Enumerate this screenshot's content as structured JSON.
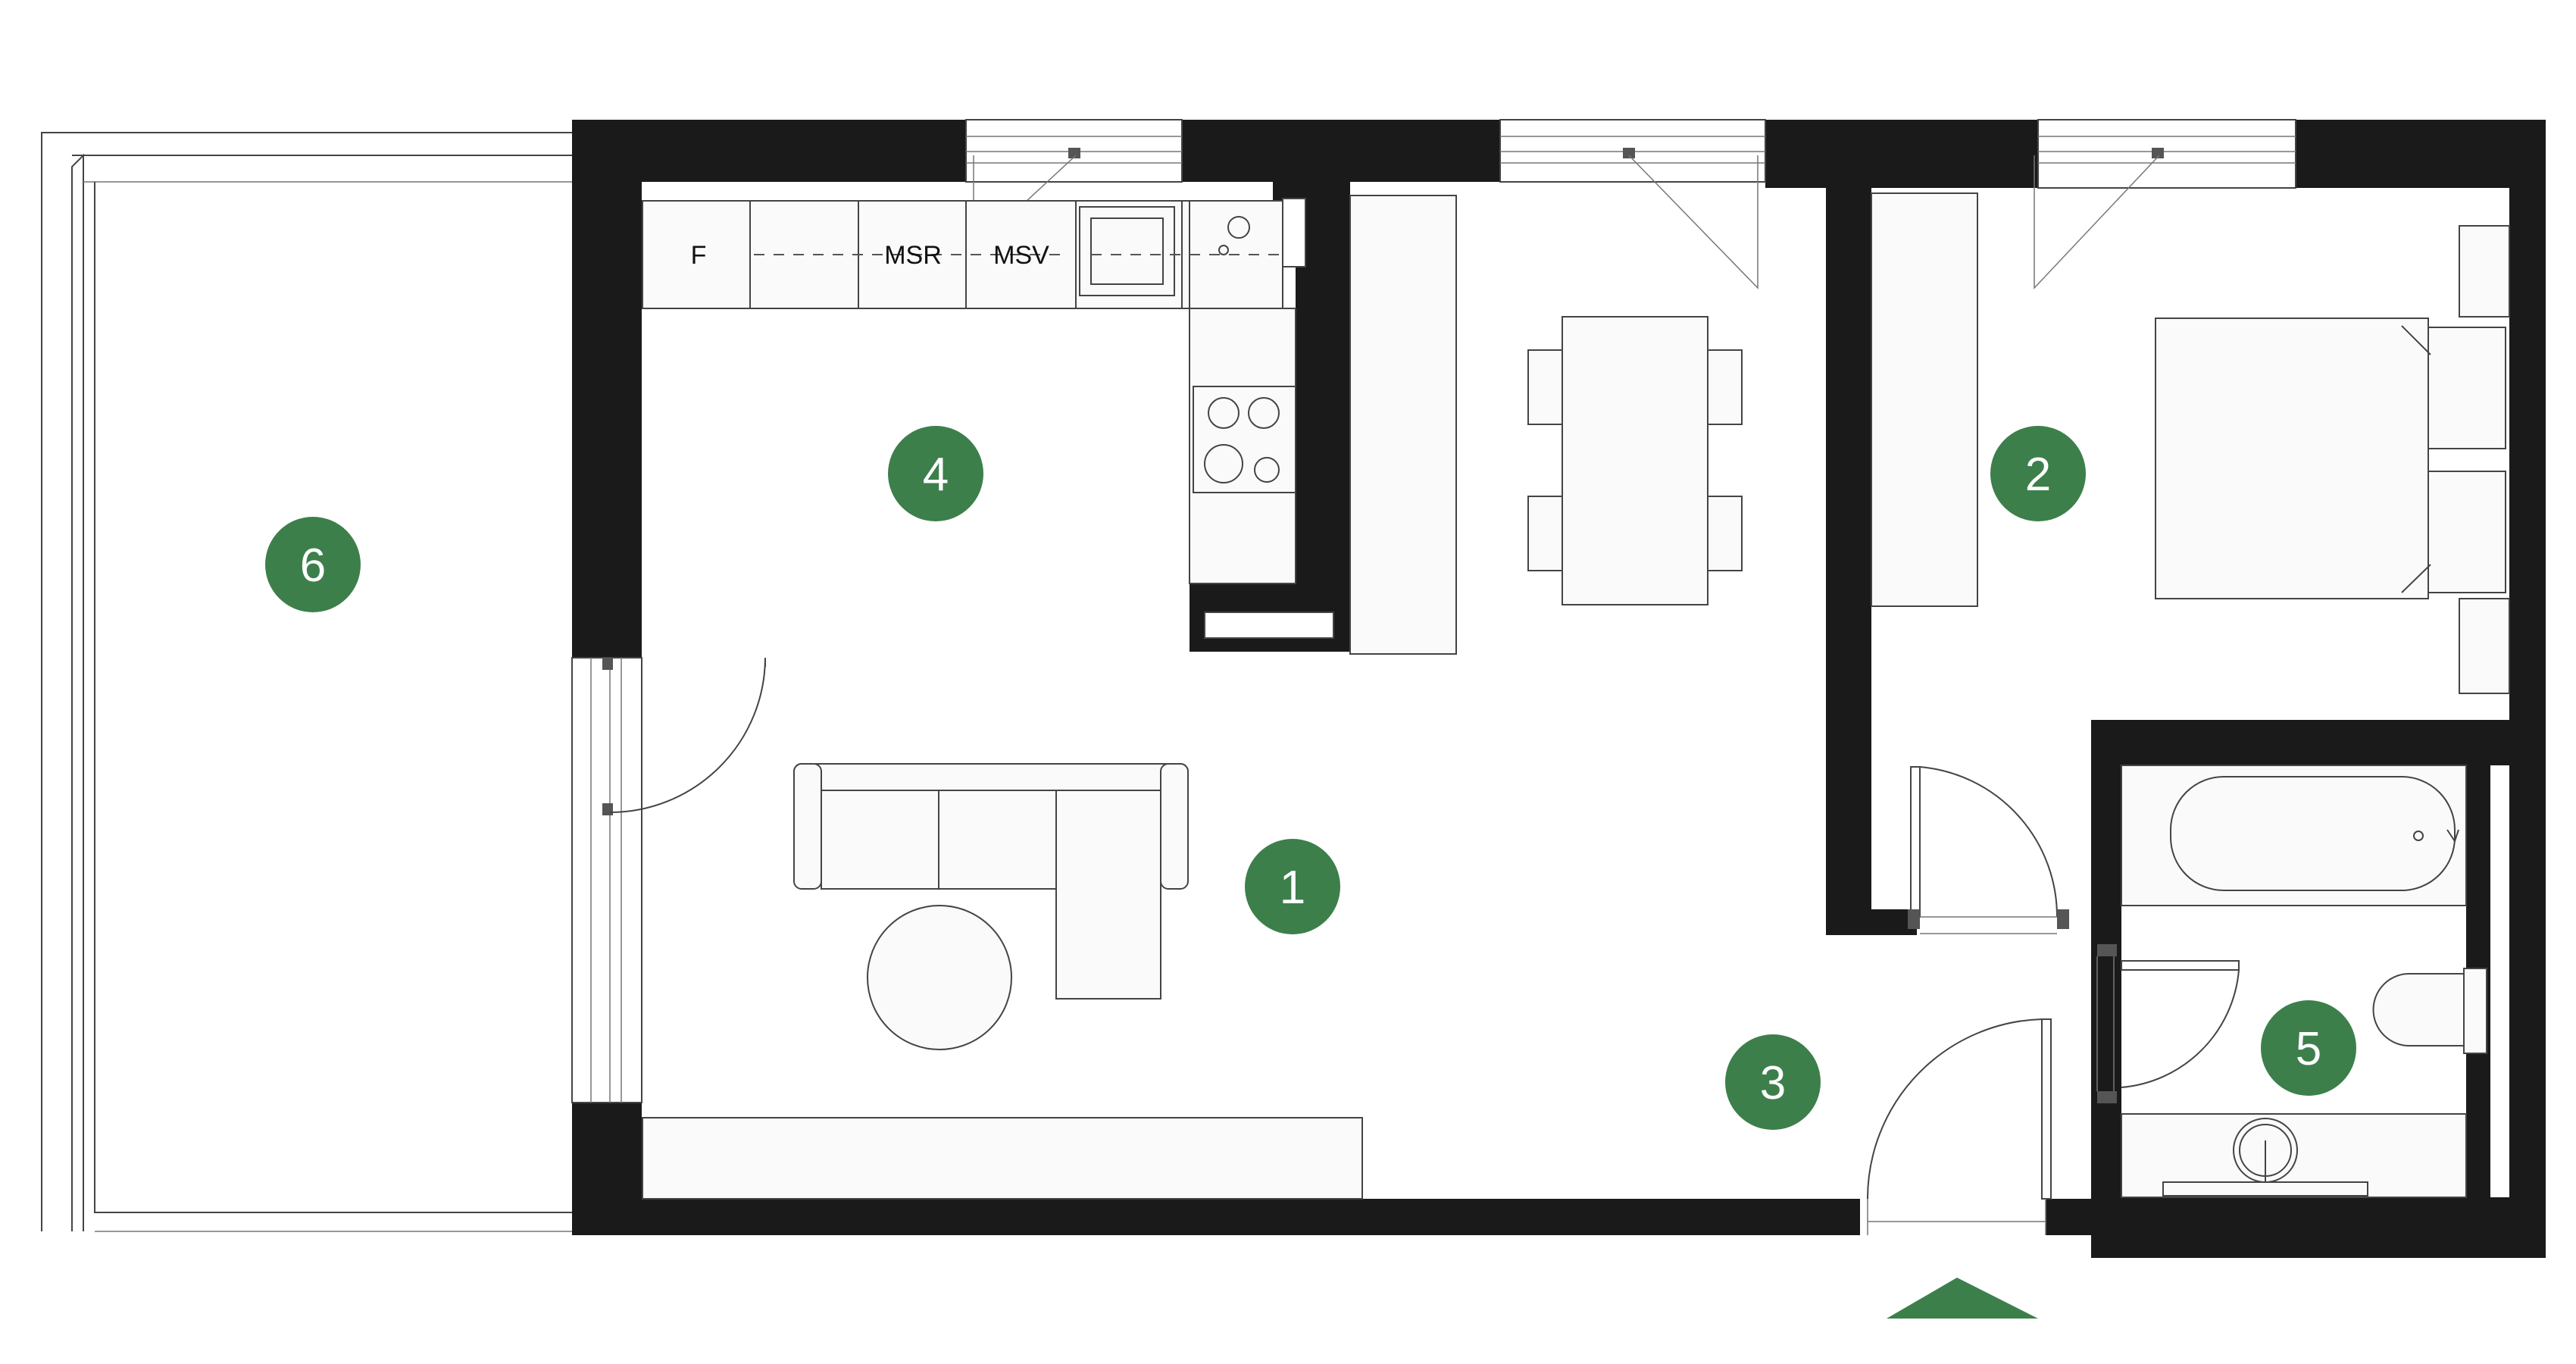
{
  "labels": {
    "fridge": "F",
    "dishwasher": "MSR",
    "washer": "MSV"
  },
  "rooms": {
    "r1": "1",
    "r2": "2",
    "r3": "3",
    "r4": "4",
    "r5": "5",
    "r6": "6"
  },
  "colors": {
    "marker": "#3d7f4b",
    "wall": "#1a1a1a",
    "entrance": "#3d7f4b"
  },
  "icons": {
    "entrance": "entrance-arrow-icon"
  }
}
